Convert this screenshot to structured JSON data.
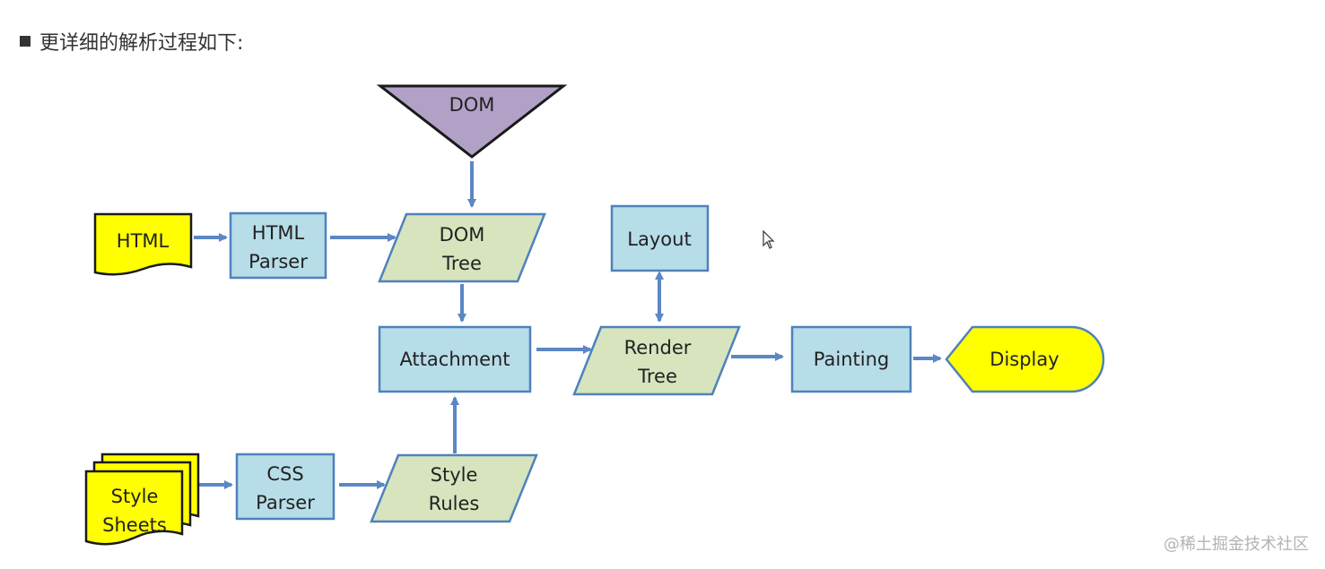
{
  "heading": {
    "text": "更详细的解析过程如下:"
  },
  "watermark": {
    "text": "@稀土掘金技术社区"
  },
  "colors": {
    "process_fill": "#b7dde8",
    "process_stroke": "#4f81bd",
    "data_fill": "#d7e4bd",
    "io_fill": "#ffff00",
    "dom_fill": "#b2a1c7",
    "arrow": "#5b87c5"
  },
  "nodes": {
    "dom": {
      "label": "DOM"
    },
    "html": {
      "label": "HTML"
    },
    "html_parser": {
      "line1": "HTML",
      "line2": "Parser"
    },
    "dom_tree": {
      "line1": "DOM",
      "line2": "Tree"
    },
    "layout": {
      "label": "Layout"
    },
    "attachment": {
      "label": "Attachment"
    },
    "render_tree": {
      "line1": "Render",
      "line2": "Tree"
    },
    "painting": {
      "label": "Painting"
    },
    "display": {
      "label": "Display"
    },
    "style_sheets": {
      "line1": "Style",
      "line2": "Sheets"
    },
    "css_parser": {
      "line1": "CSS",
      "line2": "Parser"
    },
    "style_rules": {
      "line1": "Style",
      "line2": "Rules"
    }
  }
}
